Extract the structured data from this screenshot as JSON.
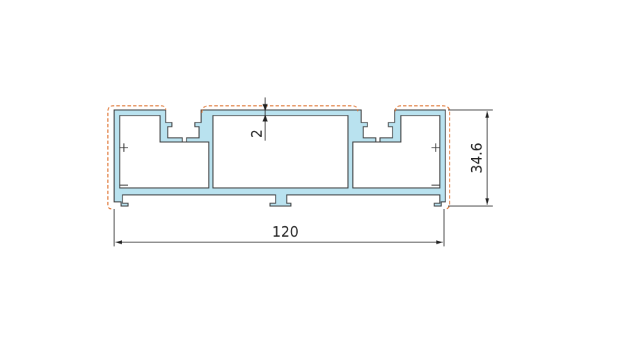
{
  "dimensions": {
    "width_label": "120",
    "height_label": "34.6",
    "wall_label": "2"
  },
  "colors": {
    "profile_fill": "#b9e2ef",
    "profile_stroke": "#3a3a3a",
    "seal_dashed": "#e07a3a",
    "dimension_line": "#222222"
  }
}
